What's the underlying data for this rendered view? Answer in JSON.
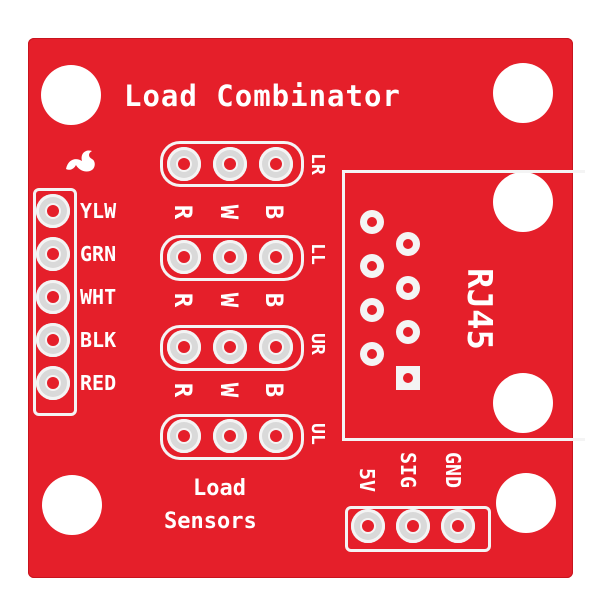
{
  "board": {
    "title": "Load Combinator",
    "left_pins": [
      "YLW",
      "GRN",
      "WHT",
      "BLK",
      "RED"
    ],
    "sensor_rows": [
      "LR",
      "LL",
      "UR",
      "UL"
    ],
    "rwb": {
      "r": "R",
      "w": "W",
      "b": "B"
    },
    "connector": "RJ45",
    "bottom_pins": [
      "5V",
      "SIG",
      "GND"
    ],
    "sensors_label_1": "Load",
    "sensors_label_2": "Sensors",
    "board_color": "#e51f2a",
    "silk_color": "#ffffff",
    "logo_icon": "flame-logo-icon"
  }
}
